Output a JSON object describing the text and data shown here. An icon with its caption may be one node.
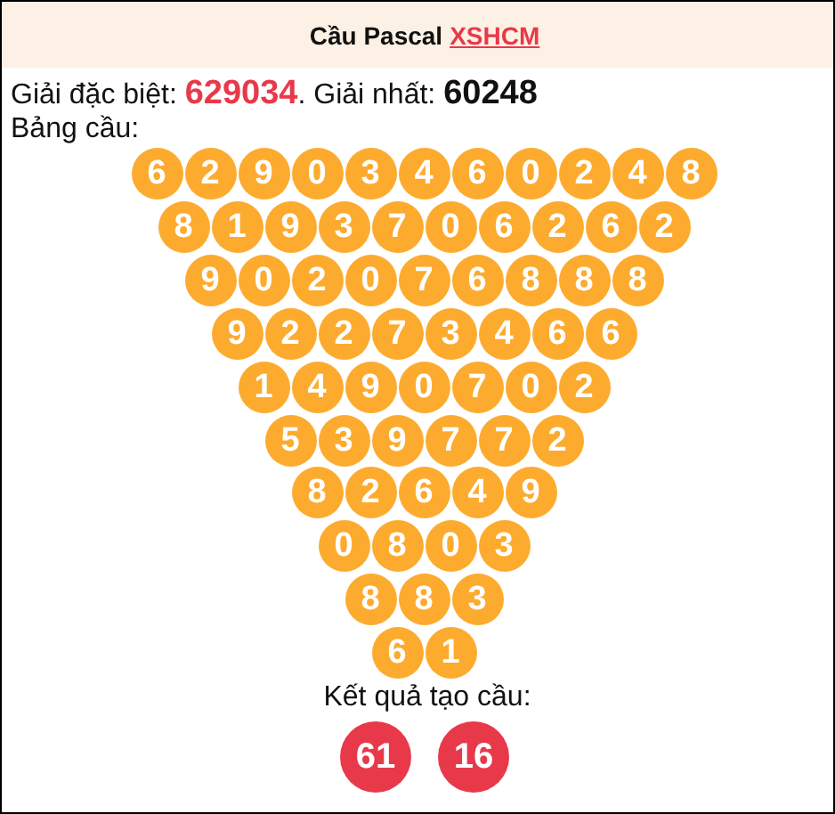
{
  "diagram": {
    "nodes": [
      {
        "text": [
          "Cầu Pascal",
          "XSHCM"
        ]
      },
      {
        "text": [
          "6"
        ]
      },
      {
        "text": [
          "2"
        ]
      },
      {
        "text": [
          "9"
        ]
      },
      {
        "text": [
          "0"
        ]
      },
      {
        "text": [
          "3"
        ]
      },
      {
        "text": [
          "4"
        ]
      },
      {
        "text": [
          "6"
        ]
      },
      {
        "text": [
          "0"
        ]
      },
      {
        "text": [
          "2"
        ]
      },
      {
        "text": [
          "4"
        ]
      },
      {
        "text": [
          "8"
        ]
      },
      {
        "text": [
          "8"
        ]
      },
      {
        "text": [
          "1"
        ]
      },
      {
        "text": [
          "9"
        ]
      },
      {
        "text": [
          "3"
        ]
      },
      {
        "text": [
          "7"
        ]
      },
      {
        "text": [
          "0"
        ]
      },
      {
        "text": [
          "6"
        ]
      },
      {
        "text": [
          "2"
        ]
      },
      {
        "text": [
          "6"
        ]
      },
      {
        "text": [
          "2"
        ]
      },
      {
        "text": [
          "9"
        ]
      },
      {
        "text": [
          "0"
        ]
      },
      {
        "text": [
          "2"
        ]
      },
      {
        "text": [
          "0"
        ]
      },
      {
        "text": [
          "7"
        ]
      },
      {
        "text": [
          "6"
        ]
      },
      {
        "text": [
          "8"
        ]
      },
      {
        "text": [
          "8"
        ]
      },
      {
        "text": [
          "8"
        ]
      },
      {
        "text": [
          "9"
        ]
      },
      {
        "text": [
          "2"
        ]
      },
      {
        "text": [
          "2"
        ]
      },
      {
        "text": [
          "7"
        ]
      },
      {
        "text": [
          "3"
        ]
      },
      {
        "text": [
          "4"
        ]
      },
      {
        "text": [
          "6"
        ]
      },
      {
        "text": [
          "6"
        ]
      },
      {
        "text": [
          "1"
        ]
      },
      {
        "text": [
          "4"
        ]
      },
      {
        "text": [
          "9"
        ]
      },
      {
        "text": [
          "0"
        ]
      },
      {
        "text": [
          "7"
        ]
      },
      {
        "text": [
          "0"
        ]
      },
      {
        "text": [
          "2"
        ]
      },
      {
        "text": [
          "5"
        ]
      },
      {
        "text": [
          "3"
        ]
      },
      {
        "text": [
          "9"
        ]
      },
      {
        "text": [
          "7"
        ]
      },
      {
        "text": [
          "7"
        ]
      },
      {
        "text": [
          "2"
        ]
      },
      {
        "text": [
          "8"
        ]
      },
      {
        "text": [
          "2"
        ]
      },
      {
        "text": [
          "6"
        ]
      },
      {
        "text": [
          "4"
        ]
      },
      {
        "text": [
          "9"
        ]
      },
      {
        "text": [
          "0"
        ]
      },
      {
        "text": [
          "8"
        ]
      },
      {
        "text": [
          "0"
        ]
      },
      {
        "text": [
          "3"
        ]
      },
      {
        "text": [
          "8"
        ]
      },
      {
        "text": [
          "8"
        ]
      },
      {
        "text": [
          "3"
        ]
      },
      {
        "text": [
          "6"
        ]
      },
      {
        "text": [
          "1"
        ]
      },
      {
        "text": [
          "61"
        ]
      },
      {
        "text": [
          "16"
        ]
      }
    ],
    "labels": [
      "Giải đặc biệt: **629034**. Giải nhất: **60248**",
      "Bảng cầu:",
      "Kết quả tạo cầu:"
    ]
  }
}
